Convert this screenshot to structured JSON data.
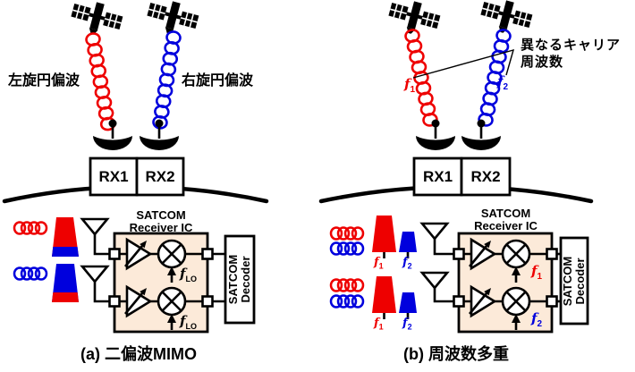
{
  "figure": {
    "left": {
      "caption": "(a) 二偏波MIMO",
      "label_left_polarization": "左旋円偏波",
      "label_right_polarization": "右旋円偏波",
      "rx1": "RX1",
      "rx2": "RX2",
      "ic_title_1": "SATCOM",
      "ic_title_2": "Receiver IC",
      "decoder_1": "SATCOM",
      "decoder_2": "Decoder",
      "lo_f": "f",
      "lo_sub": "LO"
    },
    "right": {
      "caption": "(b) 周波数多重",
      "label_carrier_1": "異なるキャリア",
      "label_carrier_2": "周波数",
      "rx1": "RX1",
      "rx2": "RX2",
      "ic_title_1": "SATCOM",
      "ic_title_2": "Receiver IC",
      "decoder_1": "SATCOM",
      "decoder_2": "Decoder",
      "f": "f",
      "sub1": "1",
      "sub2": "2"
    },
    "colors": {
      "red": "#ee0000",
      "blue": "#0000dd",
      "ic_fill": "#fcead9",
      "line": "#000000"
    }
  }
}
